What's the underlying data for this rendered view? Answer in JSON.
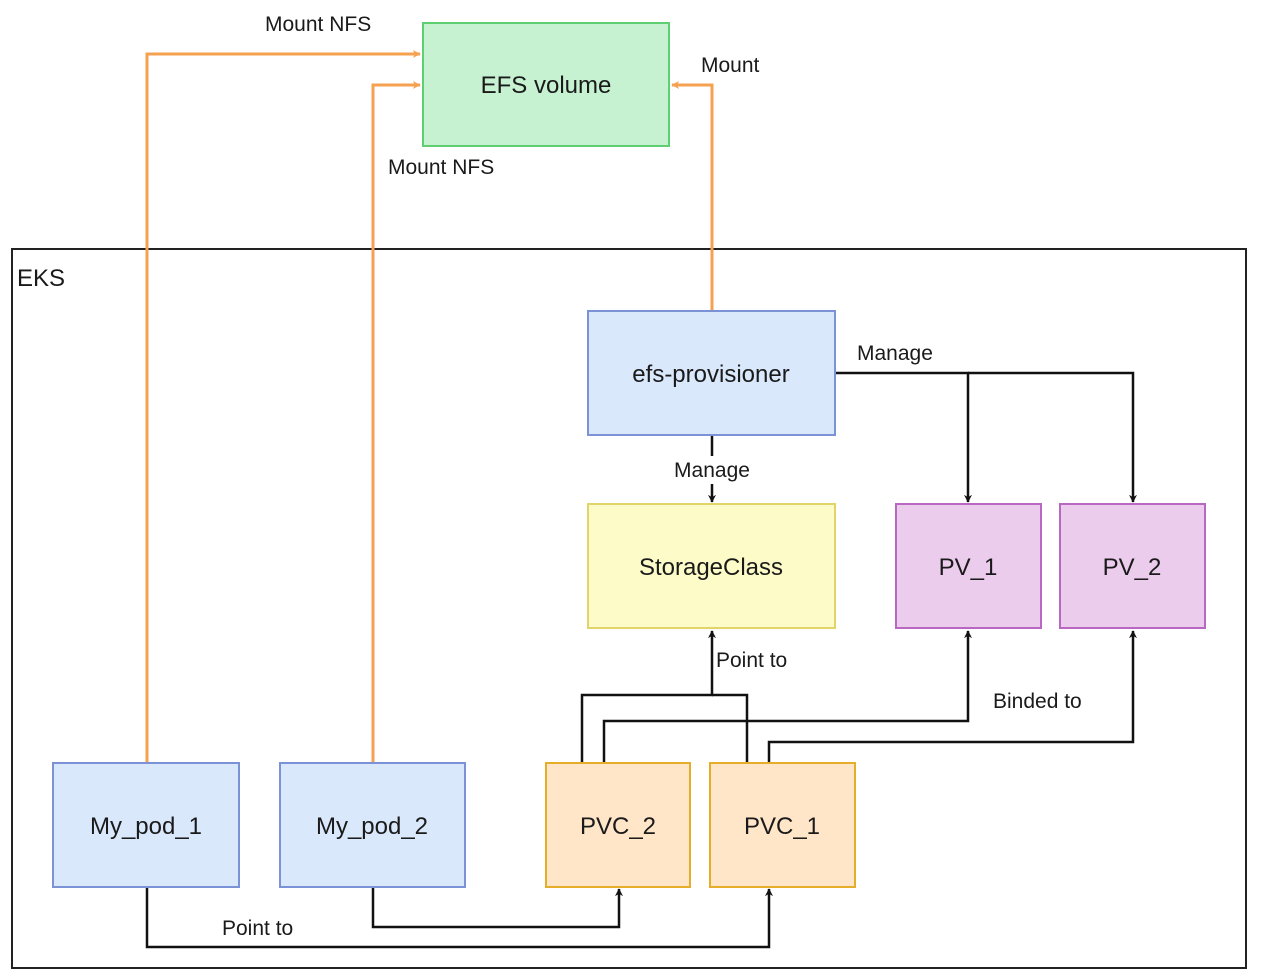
{
  "colors": {
    "pod_fill": "#dae8fc",
    "pod_stroke": "#7b93d6",
    "provisioner_fill": "#dae8fc",
    "provisioner_stroke": "#7b93d6",
    "efs_fill": "#c6f2d2",
    "efs_stroke": "#5fcf72",
    "storageclass_fill": "#fdfbc7",
    "storageclass_stroke": "#e3d46a",
    "pvc_fill": "#ffe6c9",
    "pvc_stroke": "#e6ad2a",
    "pv_fill": "#ecccec",
    "pv_stroke": "#b968c2",
    "mount_edge": "#f5a150",
    "edge": "#111111",
    "container_stroke": "#222222"
  },
  "container": {
    "label": "EKS"
  },
  "nodes": {
    "efs_volume": "EFS volume",
    "efs_provisioner": "efs-provisioner",
    "storageclass": "StorageClass",
    "pv_1": "PV_1",
    "pv_2": "PV_2",
    "my_pod_1": "My_pod_1",
    "my_pod_2": "My_pod_2",
    "pvc_2": "PVC_2",
    "pvc_1": "PVC_1"
  },
  "edge_labels": {
    "mount_nfs_1": "Mount NFS",
    "mount_nfs_2": "Mount NFS",
    "mount": "Mount",
    "manage_pv": "Manage",
    "manage_storageclass": "Manage",
    "point_to_storageclass": "Point to",
    "binded_to": "Binded to",
    "point_to_pvc": "Point to"
  }
}
